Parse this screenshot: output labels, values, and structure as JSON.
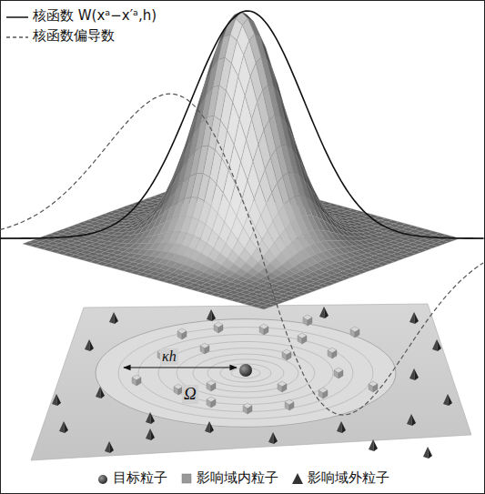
{
  "diagram": {
    "labels": [
      "κh",
      "Ω"
    ],
    "legend": [
      {
        "text": "核函数 W(xᵃ−x′ᵃ,h)"
      },
      {
        "text": "核函数偏导数"
      },
      {
        "text": "目标粒子"
      },
      {
        "text": "影响域内粒子"
      },
      {
        "text": "影响域外粒子"
      }
    ]
  }
}
